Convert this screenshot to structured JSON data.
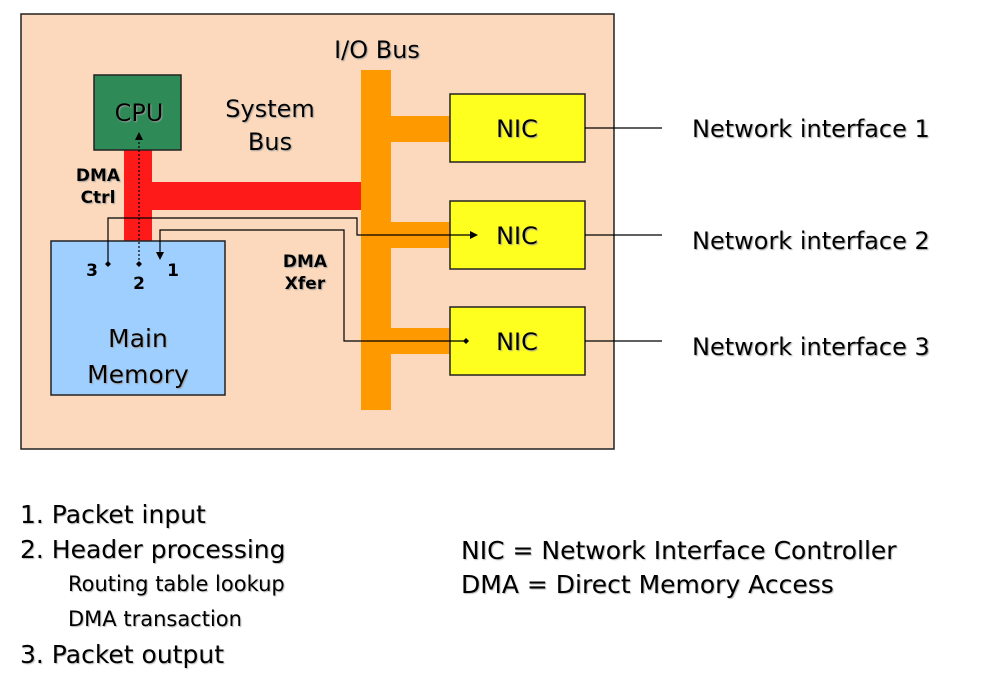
{
  "diagram": {
    "io_bus_label": "I/O Bus",
    "system_bus_label": [
      "System",
      "Bus"
    ],
    "cpu_label": "CPU",
    "dma_ctrl_label": [
      "DMA",
      "Ctrl"
    ],
    "dma_xfer_label": [
      "DMA",
      "Xfer"
    ],
    "memory_label": [
      "Main",
      "Memory"
    ],
    "step_numbers": [
      "3",
      "2",
      "1"
    ],
    "nic_label": "NIC",
    "network_interfaces": [
      "Network interface 1",
      "Network interface 2",
      "Network interface 3"
    ],
    "colors": {
      "background": "#fcd9bc",
      "cpu": "#2e8b57",
      "memory": "#9fcfff",
      "nic": "#ffff1f",
      "io_bus": "#ff9900",
      "system_bus": "#ff1a1a"
    }
  },
  "legend": {
    "steps": [
      {
        "text": "1. Packet input",
        "sub": []
      },
      {
        "text": "2. Header processing",
        "sub": [
          "Routing table lookup",
          "DMA transaction"
        ]
      },
      {
        "text": "3. Packet output",
        "sub": []
      }
    ],
    "definitions": [
      "NIC = Network Interface Controller",
      "DMA = Direct Memory Access"
    ]
  }
}
